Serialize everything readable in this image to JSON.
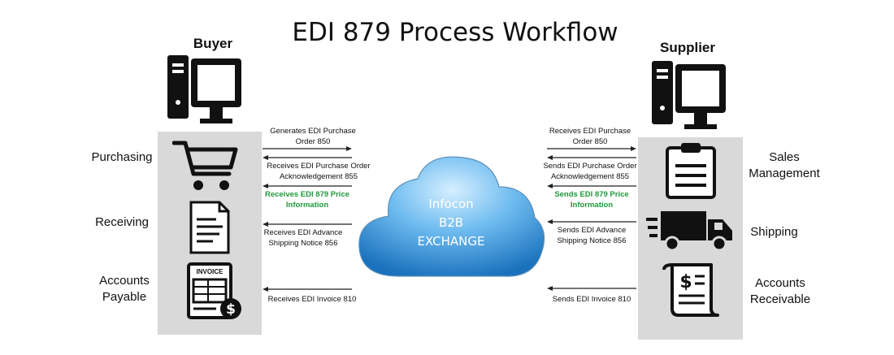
{
  "title": "EDI 879 Process Workflow",
  "buyer": {
    "label": "Buyer",
    "roles": [
      "Purchasing",
      "Receiving",
      "Accounts Payable"
    ]
  },
  "supplier": {
    "label": "Supplier",
    "roles": [
      "Sales Management",
      "Shipping",
      "Accounts Receivable"
    ]
  },
  "cloud": {
    "line1": "Infocon",
    "line2": "B2B",
    "line3": "EXCHANGE"
  },
  "buyer_flows": [
    {
      "text": "Generates EDI Purchase Order 850",
      "direction": "to-cloud",
      "highlight": false
    },
    {
      "text": "Receives EDI Purchase Order Acknowledgement  855",
      "direction": "to-party",
      "highlight": false
    },
    {
      "text": "Receives EDI 879 Price Information",
      "direction": "to-party",
      "highlight": true
    },
    {
      "text": "Receives EDI Advance Shipping Notice 856",
      "direction": "to-party",
      "highlight": false
    },
    {
      "text": "Receives EDI Invoice 810",
      "direction": "to-party",
      "highlight": false
    }
  ],
  "supplier_flows": [
    {
      "text": "Receives EDI Purchase Order 850",
      "direction": "to-party",
      "highlight": false
    },
    {
      "text": "Sends EDI Purchase Order Acknowledgement  855",
      "direction": "to-cloud",
      "highlight": false
    },
    {
      "text": "Sends EDI 879 Price Information",
      "direction": "to-cloud",
      "highlight": true
    },
    {
      "text": "Sends EDI Advance Shipping Notice 856",
      "direction": "to-cloud",
      "highlight": false
    },
    {
      "text": "Sends EDI Invoice 810",
      "direction": "to-cloud",
      "highlight": false
    }
  ],
  "icons": {
    "invoice_label": "INVOICE",
    "buyer_computer": "desktop-computer-icon",
    "supplier_computer": "desktop-computer-icon",
    "purchasing": "shopping-cart-icon",
    "receiving": "document-icon",
    "accounts_payable": "invoice-icon",
    "sales_management": "clipboard-icon",
    "shipping": "truck-icon",
    "accounts_receivable": "receipt-icon"
  },
  "colors": {
    "highlight": "#1e9a3c",
    "panel": "#d9d9d9",
    "cloud_light": "#a9d8f7",
    "cloud_dark": "#1a72bd"
  }
}
